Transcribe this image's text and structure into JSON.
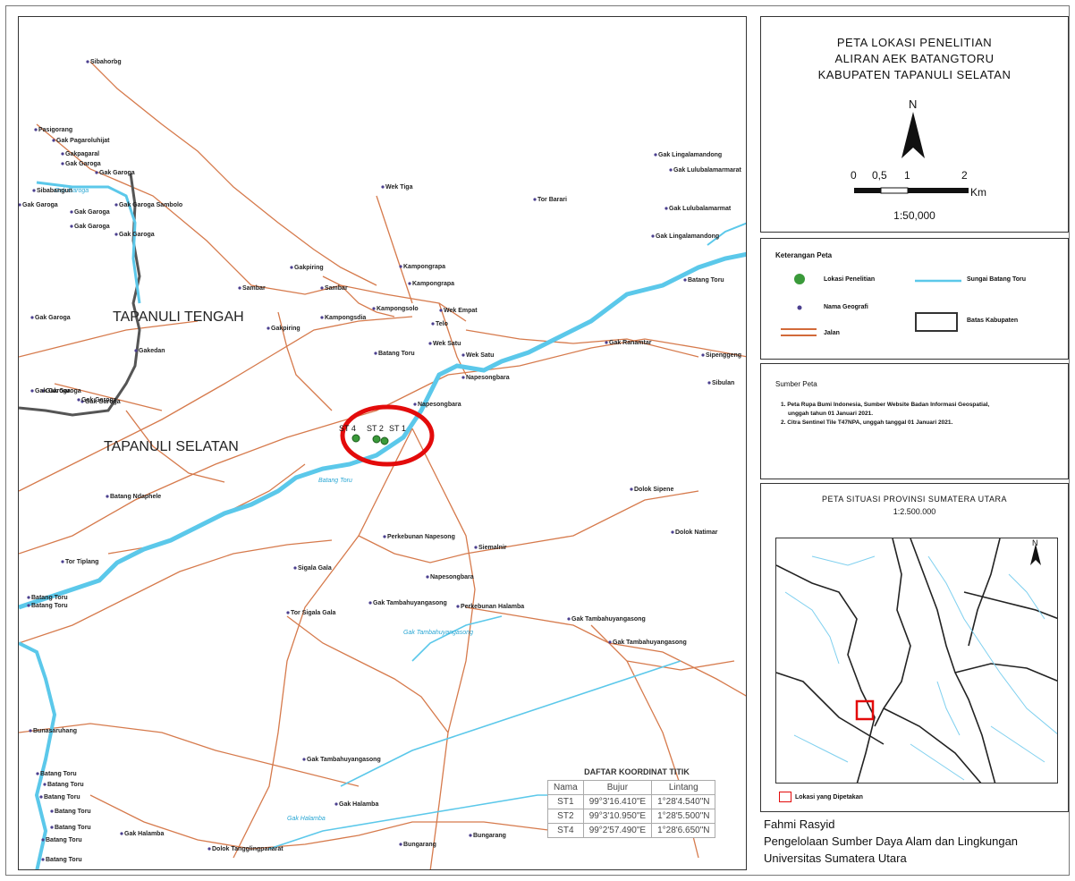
{
  "map": {
    "regions": [
      {
        "id": "tengah",
        "label": "TAPANULI TENGAH"
      },
      {
        "id": "selatan",
        "label": "TAPANULI SELATAN"
      }
    ],
    "stations": [
      {
        "id": "st4",
        "label": "ST 4"
      },
      {
        "id": "st2",
        "label": "ST 2"
      },
      {
        "id": "st1",
        "label": "ST 1"
      }
    ],
    "places": [
      "Sibahorbg",
      "Pasigorang",
      "Gak Pagaroluhijat",
      "Gakpagaral",
      "Gak Garoga",
      "Gak Garoga",
      "Sibabangun",
      "Gak Garoga",
      "Gak Garoga",
      "Gak Garoga Sambolo",
      "Gak Garoga",
      "Gak Garoga",
      "Wek Tiga",
      "Tor Barari",
      "Gak Lingalamandong",
      "Gak Lulubalamarmarat",
      "Gak Lulubalamarmat",
      "Gak Lingalamandong",
      "Batang Toru",
      "Gak Garoga",
      "Gak Garoga",
      "Gak Garoga",
      "Gakpiring",
      "Sambar",
      "Sambar",
      "Kampongrapa",
      "Kampongrapa",
      "Kampongsdia",
      "Kampongsolo",
      "Telo",
      "Wek Empat",
      "Gakpiring",
      "Batang Toru",
      "Wek Satu",
      "Wek Satu",
      "Gak Ranamtar",
      "Sipenggeng",
      "Sibulan",
      "Napesongbara",
      "Napesongbara",
      "Gak Garoga",
      "Gak Garoga",
      "Gakedan",
      "Batang Ndaphele",
      "Dolok Sipene",
      "Perkebunan Napesong",
      "Siemalnir",
      "Dolok Natimar",
      "Tor Tiplang",
      "Sigala Gala",
      "Batang Toru",
      "Napesongbara",
      "Gak Tambahuyangasong",
      "Perkebunan Halamba",
      "Tor Sigala Gala",
      "Gak Tambahuyangasong",
      "Gak Tambahuyangasong",
      "Batang Toru",
      "Bunasaruhang",
      "Gak Tambahuyangasong",
      "Batang Toru",
      "Batang Toru",
      "Batang Toru",
      "Batang Toru",
      "Batang Toru",
      "Batang Toru",
      "Batang Toru",
      "Gak Halamba",
      "Gak Halamba",
      "Bungarang",
      "Bungarang",
      "Dolok Tangglingpanarat"
    ],
    "river_labels": [
      "Gak Garoga",
      "Batang Toru",
      "Gak Tambahuyangasong",
      "Gak Halamba"
    ]
  },
  "title": {
    "line1": "PETA LOKASI PENELITIAN",
    "line2": "ALIRAN AEK BATANGTORU",
    "line3": "KABUPATEN TAPANULI SELATAN",
    "north": "N",
    "scale_labels": [
      "0",
      "0,5",
      "1",
      "2"
    ],
    "scale_unit": "Km",
    "scale_ratio": "1:50,000"
  },
  "legend": {
    "title": "Keterangan Peta",
    "items": [
      {
        "label": "Lokasi Penelitian",
        "color": "#3a9a3a"
      },
      {
        "label": "Nama Geografi",
        "color": "#4b3f8f"
      },
      {
        "label": "Jalan",
        "color": "#d26a3a"
      },
      {
        "label": "Sungai Batang Toru",
        "color": "#5bc8ea"
      },
      {
        "label": "Batas Kabupaten",
        "color": "#333333"
      }
    ]
  },
  "source": {
    "title": "Sumber Peta",
    "line1": "1. Peta Rupa Bumi Indonesia, Sumber Website Badan Informasi Geospatial,",
    "line1b": "unggah tahun 01 Januari 2021.",
    "line2": "2. Citra Sentinel Tile T47NPA, unggah tanggal 01 Januari 2021."
  },
  "inset": {
    "title": "PETA SITUASI PROVINSI SUMATERA UTARA",
    "scale": "1:2.500.000",
    "north": "N",
    "legend_label": "Lokasi yang Dipetakan"
  },
  "author": {
    "name": "Fahmi Rasyid",
    "program": "Pengelolaan Sumber Daya Alam dan Lingkungan",
    "university": "Universitas Sumatera Utara"
  },
  "coordinates": {
    "caption": "DAFTAR KOORDINAT TITIK",
    "headers": [
      "Nama",
      "Bujur",
      "Lintang"
    ],
    "rows": [
      [
        "ST1",
        "99°3'16.410\"E",
        "1°28'4.540\"N"
      ],
      [
        "ST2",
        "99°3'10.950\"E",
        "1°28'5.500\"N"
      ],
      [
        "ST4",
        "99°2'57.490\"E",
        "1°28'6.650\"N"
      ]
    ]
  },
  "colors": {
    "road": "#d67a4c",
    "river": "#5bc8ea",
    "boundary": "#555555",
    "highlight": "#e30b0b",
    "station": "#3a9a3a"
  }
}
